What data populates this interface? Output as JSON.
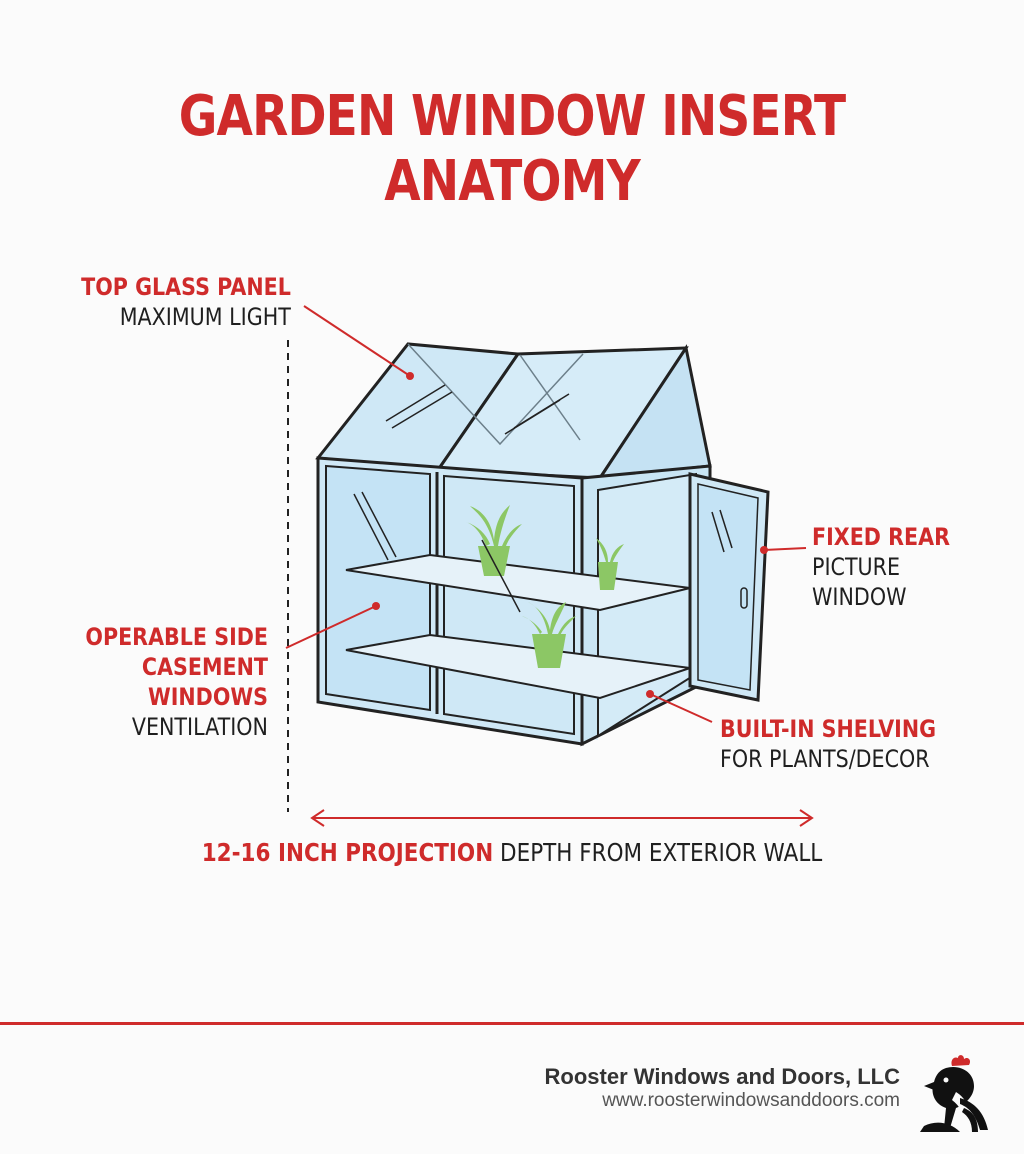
{
  "title": "GARDEN WINDOW INSERT ANATOMY",
  "callouts": {
    "top_glass": {
      "heading": "TOP GLASS PANEL",
      "sub": "MAXIMUM LIGHT"
    },
    "side_casement": {
      "heading_line1": "OPERABLE SIDE",
      "heading_line2": "CASEMENT WINDOWS",
      "sub": "VENTILATION"
    },
    "fixed_rear": {
      "heading": "FIXED REAR",
      "sub": "PICTURE WINDOW"
    },
    "shelving": {
      "heading": "BUILT-IN SHELVING",
      "sub": "FOR PLANTS/DECOR"
    }
  },
  "dimension": {
    "highlight": "12-16 INCH PROJECTION",
    "rest": " DEPTH FROM EXTERIOR WALL"
  },
  "footer": {
    "company": "Rooster Windows and Doors, LLC",
    "website": "www.roosterwindowsanddoors.com"
  },
  "colors": {
    "accent": "#cf2b2b",
    "glass": "#cfe8f6",
    "plant": "#8cc765",
    "frame": "#1f1f1f"
  }
}
